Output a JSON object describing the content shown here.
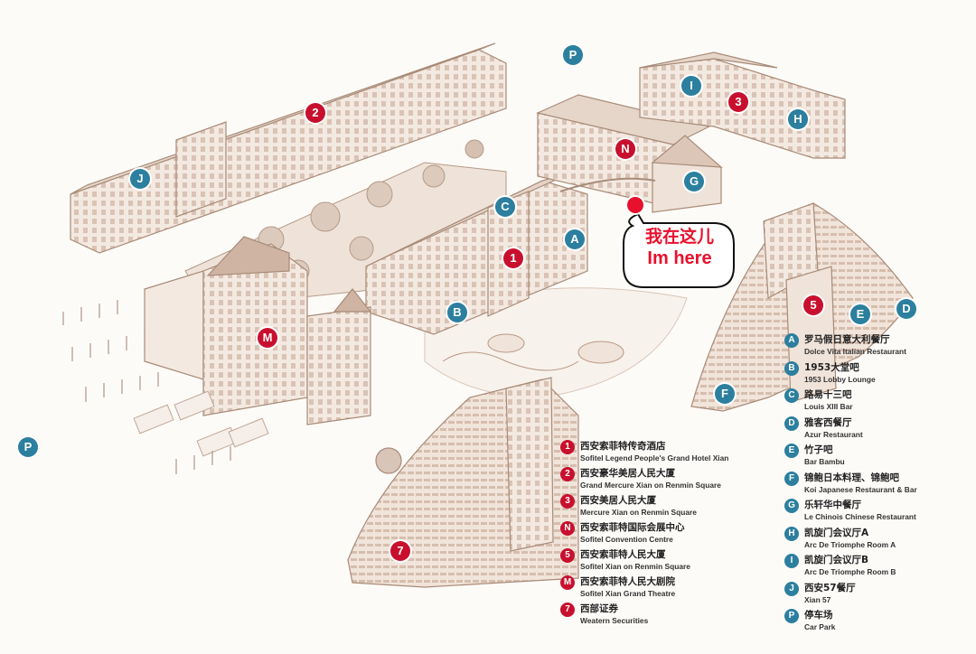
{
  "here": {
    "cn": "我在这儿",
    "en": "Im here"
  },
  "pins": [
    {
      "id": "p-top",
      "label": "P",
      "color": "blue"
    },
    {
      "id": "p-left",
      "label": "P",
      "color": "blue"
    },
    {
      "id": "n2",
      "label": "2",
      "color": "red"
    },
    {
      "id": "j",
      "label": "J",
      "color": "blue"
    },
    {
      "id": "i",
      "label": "I",
      "color": "blue"
    },
    {
      "id": "n3",
      "label": "3",
      "color": "red"
    },
    {
      "id": "h",
      "label": "H",
      "color": "blue"
    },
    {
      "id": "n",
      "label": "N",
      "color": "red"
    },
    {
      "id": "g",
      "label": "G",
      "color": "blue"
    },
    {
      "id": "c",
      "label": "C",
      "color": "blue"
    },
    {
      "id": "a",
      "label": "A",
      "color": "blue"
    },
    {
      "id": "n1",
      "label": "1",
      "color": "red"
    },
    {
      "id": "b",
      "label": "B",
      "color": "blue"
    },
    {
      "id": "m",
      "label": "M",
      "color": "red"
    },
    {
      "id": "n5",
      "label": "5",
      "color": "red"
    },
    {
      "id": "e",
      "label": "E",
      "color": "blue"
    },
    {
      "id": "d",
      "label": "D",
      "color": "blue"
    },
    {
      "id": "f",
      "label": "F",
      "color": "blue"
    },
    {
      "id": "n7",
      "label": "7",
      "color": "red"
    }
  ],
  "legend_left": [
    {
      "marker": "1",
      "color": "red",
      "cn": "西安索菲特传奇酒店",
      "en": "Sofitel Legend People's Grand Hotel Xian"
    },
    {
      "marker": "2",
      "color": "red",
      "cn": "西安豪华美居人民大厦",
      "en": "Grand Mercure Xian on Renmin Square"
    },
    {
      "marker": "3",
      "color": "red",
      "cn": "西安美居人民大厦",
      "en": "Mercure Xian on Renmin Square"
    },
    {
      "marker": "N",
      "color": "red",
      "cn": "西安索菲特国际会展中心",
      "en": "Sofitel Convention Centre"
    },
    {
      "marker": "5",
      "color": "red",
      "cn": "西安索菲特人民大厦",
      "en": "Sofitel Xian on Renmin Square"
    },
    {
      "marker": "M",
      "color": "red",
      "cn": "西安索菲特人民大剧院",
      "en": "Sofitel Xian Grand Theatre"
    },
    {
      "marker": "7",
      "color": "red",
      "cn": "西部证券",
      "en": "Weatern Securities"
    }
  ],
  "legend_right": [
    {
      "marker": "A",
      "color": "blue",
      "cn": "罗马假日意大利餐厅",
      "en": "Dolce Vita Italian Restaurant"
    },
    {
      "marker": "B",
      "color": "blue",
      "cn": "1953大堂吧",
      "en": "1953 Lobby Lounge"
    },
    {
      "marker": "C",
      "color": "blue",
      "cn": "路易十三吧",
      "en": "Louis XIII Bar"
    },
    {
      "marker": "D",
      "color": "blue",
      "cn": "雅客西餐厅",
      "en": "Azur Restaurant"
    },
    {
      "marker": "E",
      "color": "blue",
      "cn": "竹子吧",
      "en": "Bar Bambu"
    },
    {
      "marker": "F",
      "color": "blue",
      "cn": "锦鲍日本料理、锦鲍吧",
      "en": "Koi Japanese Restaurant & Bar"
    },
    {
      "marker": "G",
      "color": "blue",
      "cn": "乐轩华中餐厅",
      "en": "Le Chinois Chinese Restaurant"
    },
    {
      "marker": "H",
      "color": "blue",
      "cn": "凯旋门会议厅A",
      "en": "Arc De Triomphe Room A"
    },
    {
      "marker": "I",
      "color": "blue",
      "cn": "凯旋门会议厅B",
      "en": "Arc De Triomphe Room B"
    },
    {
      "marker": "J",
      "color": "blue",
      "cn": "西安57餐厅",
      "en": "Xian 57"
    },
    {
      "marker": "P",
      "color": "blue",
      "cn": "停车场",
      "en": "Car Park"
    }
  ],
  "colors": {
    "pin_blue": "#2c7f9e",
    "pin_red": "#c8102e",
    "here_red": "#e8112d",
    "sketch_line": "#b89a86",
    "sketch_fill": "#f3e9e1"
  }
}
